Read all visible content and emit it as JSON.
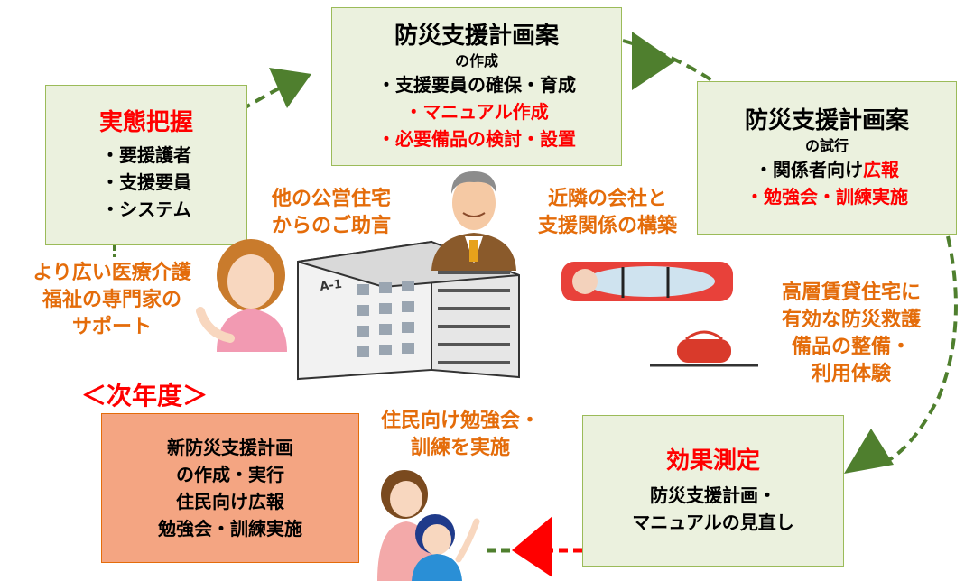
{
  "colors": {
    "box_fill": "#ebf1de",
    "box_border": "#9bbb59",
    "arrow_green": "#4f7f2e",
    "arrow_red": "#ff0000",
    "orange_text": "#e46c0a",
    "red_text": "#ff0000",
    "nextyear_box": "#f4a582"
  },
  "step_plan": {
    "title": "防災支援計画案",
    "subtitle": "の作成",
    "items": [
      "・支援要員の確保・育成",
      "・マニュアル作成",
      "・必要備品の検討・設置"
    ]
  },
  "step_survey": {
    "title": "実態把握",
    "items": [
      "・要援護者",
      "・支援要員",
      "・システム"
    ]
  },
  "step_trial": {
    "title": "防災支援計画案",
    "subtitle": "の試行",
    "item1_prefix": "・関係者向け",
    "item1_highlight": "広報",
    "item2": "・勉強会・訓練実施"
  },
  "step_effect": {
    "title": "効果測定",
    "lines": [
      "防災支援計画・",
      "マニュアルの見直し"
    ]
  },
  "next_year": {
    "heading": "＜次年度＞",
    "lines": [
      "新防災支援計画",
      "の作成・実行",
      "住民向け広報",
      "勉強会・訓練実施"
    ]
  },
  "notes": {
    "public_housing": [
      "他の公営住宅",
      "からのご助言"
    ],
    "neighbor_company": [
      "近隣の会社と",
      "支援関係の構築"
    ],
    "experts": [
      "より広い医療介護",
      "福祉の専門家の",
      "サポート"
    ],
    "equipment": [
      "高層賃貸住宅に",
      "有効な防災救護",
      "備品の整備・",
      "利用体験"
    ],
    "residents_training": [
      "住民向け勉強会・",
      "訓練を実施"
    ]
  },
  "illustrations": {
    "building_label": "A-1",
    "businessman": "businessman-icon",
    "woman": "woman-icon",
    "stretcher": "stretcher-icon",
    "family": "family-icon"
  }
}
